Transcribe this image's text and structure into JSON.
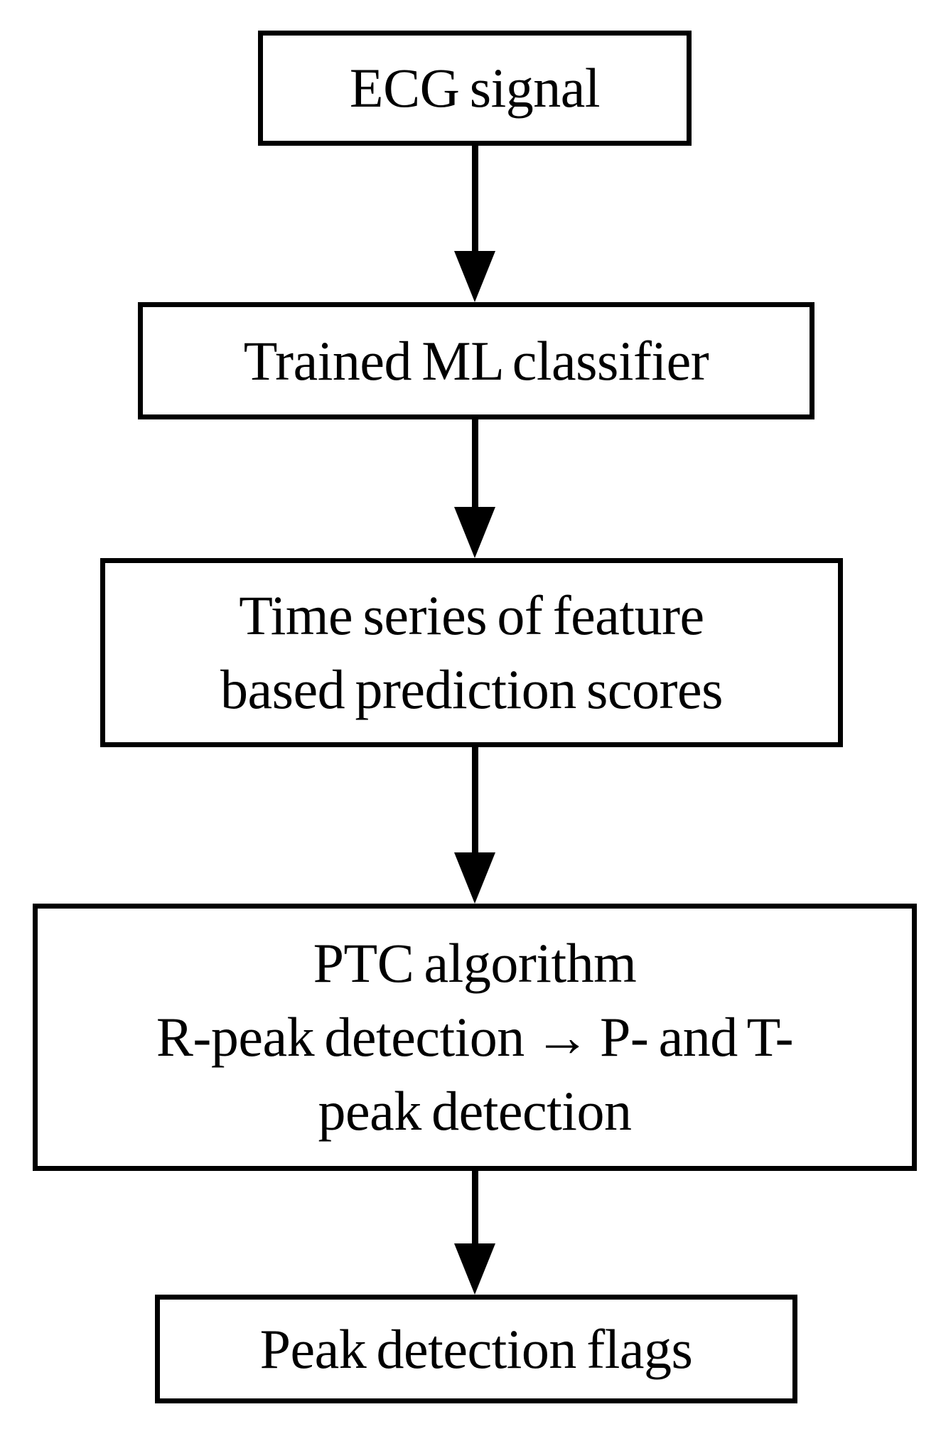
{
  "diagram": {
    "type": "flowchart",
    "direction": "top-down",
    "colors": {
      "background": "#ffffff",
      "box_fill": "#ffffff",
      "box_border": "#000000",
      "arrow": "#000000",
      "text": "#000000"
    },
    "nodes": [
      {
        "id": "ecg-signal",
        "lines": [
          "ECG signal"
        ]
      },
      {
        "id": "trained-ml-classifier",
        "lines": [
          "Trained ML classifier"
        ]
      },
      {
        "id": "time-series-prediction-scores",
        "lines": [
          "Time series of feature",
          "based prediction scores"
        ]
      },
      {
        "id": "ptc-algorithm",
        "lines": [
          "PTC algorithm",
          "R-peak detection → P- and T-",
          "peak detection"
        ]
      },
      {
        "id": "peak-detection-flags",
        "lines": [
          "Peak detection flags"
        ]
      }
    ],
    "edges": [
      {
        "from": "ecg-signal",
        "to": "trained-ml-classifier",
        "direction": "down"
      },
      {
        "from": "trained-ml-classifier",
        "to": "time-series-prediction-scores",
        "direction": "down"
      },
      {
        "from": "time-series-prediction-scores",
        "to": "ptc-algorithm",
        "direction": "down"
      },
      {
        "from": "ptc-algorithm",
        "to": "peak-detection-flags",
        "direction": "down"
      }
    ]
  }
}
